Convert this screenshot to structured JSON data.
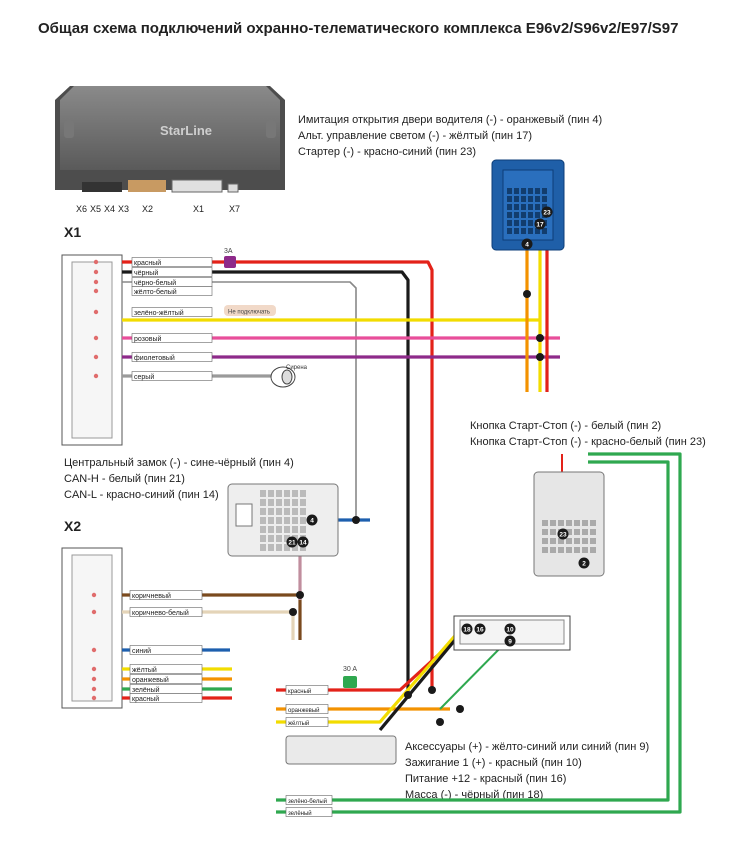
{
  "title": "Общая схема подключений охранно-телематического комплекса E96v2/S96v2/E97/S97",
  "unit": {
    "brand": "StarLine",
    "ports": [
      "X6",
      "X5",
      "X4",
      "X3",
      "X2",
      "X1",
      "X7"
    ]
  },
  "x1": {
    "header": "X1",
    "fuse_label": "3A",
    "wires": [
      "красный",
      "чёрный",
      "чёрно-белый",
      "жёлто-белый",
      "зелёно-жёлтый",
      "розовый",
      "фиолетовый",
      "серый"
    ],
    "not_connected": "Не подключать",
    "siren": "Сирена"
  },
  "x2": {
    "header": "X2",
    "wires": [
      "коричневый",
      "коричнево-белый",
      "синий",
      "жёлтый",
      "оранжевый",
      "зелёный",
      "красный"
    ]
  },
  "relay": {
    "fuse_label": "30 A",
    "wires": [
      "красный",
      "оранжевый",
      "жёлтый"
    ],
    "bottom_wires": [
      "зелёно-белый",
      "зелёный"
    ]
  },
  "notes": {
    "door_connector": [
      "Имитация открытия двери водителя (-) - оранжевый (пин 4)",
      "Альт. управление светом (-) - жёлтый (пин 17)",
      "Стартер (-) - красно-синий (пин 23)"
    ],
    "startstop": [
      "Кнопка Старт-Стоп (-) - белый (пин 2)",
      "Кнопка Старт-Стоп (-) - красно-белый (пин 23)"
    ],
    "can": [
      "Центральный замок (-) - сине-чёрный (пин 4)",
      "CAN-H - белый (пин 21)",
      "CAN-L - красно-синий (пин 14)"
    ],
    "ignition": [
      "Аксессуары (+) - жёлто-синий или синий (пин 9)",
      "Зажигание 1 (+) - красный (пин 10)",
      "Питание +12 - красный (пин 16)",
      "Масса (-) - чёрный (пин 18)"
    ]
  },
  "pins": {
    "door": [
      "4",
      "17",
      "23"
    ],
    "startstop": [
      "23",
      "2"
    ],
    "can": [
      "4",
      "21",
      "14"
    ],
    "ignition": [
      "18",
      "16",
      "10",
      "9"
    ]
  },
  "colors": {
    "red": "#e32219",
    "black": "#1a1a1a",
    "yellow": "#f2dc00",
    "orange": "#f39200",
    "pink": "#e84e9a",
    "purple": "#8e2a8a",
    "grey": "#9a9a9a",
    "green": "#2fa84f",
    "blue": "#1d5fae",
    "brown": "#7a4a1e"
  }
}
